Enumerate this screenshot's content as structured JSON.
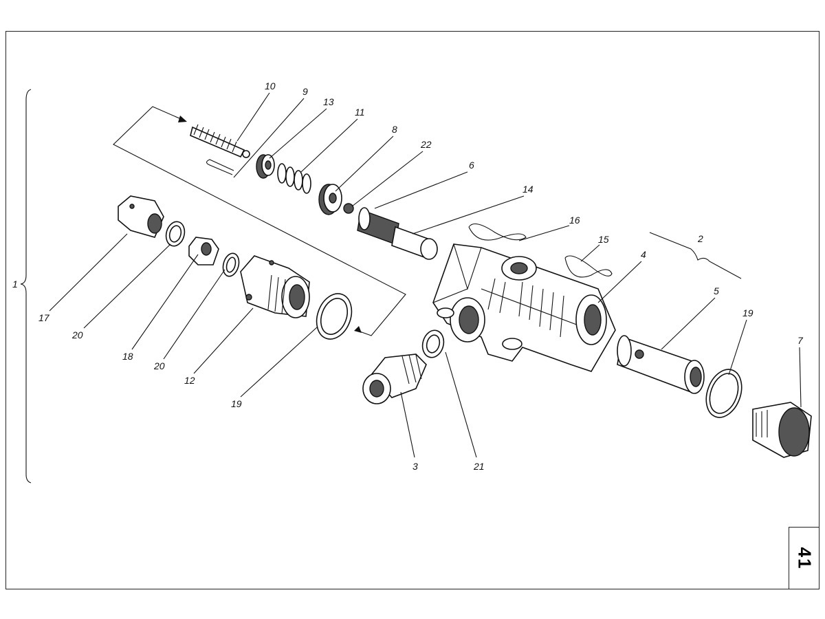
{
  "page_number": "41",
  "callouts": {
    "c1": "1",
    "c2": "2",
    "c3": "3",
    "c4": "4",
    "c5": "5",
    "c6": "6",
    "c7": "7",
    "c8": "8",
    "c9": "9",
    "c10": "10",
    "c11": "11",
    "c12": "12",
    "c13": "13",
    "c14": "14",
    "c15": "15",
    "c16": "16",
    "c17": "17",
    "c18": "18",
    "c19a": "19",
    "c19b": "19",
    "c20a": "20",
    "c20b": "20",
    "c21": "21",
    "c22": "22"
  }
}
